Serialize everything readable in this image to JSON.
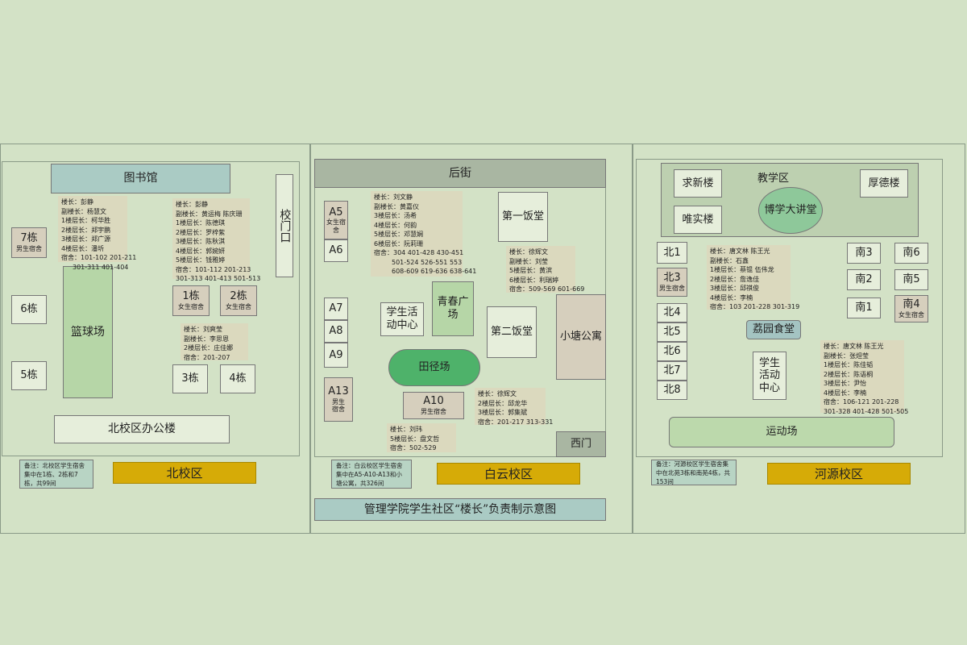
{
  "title": "管理学院学生社区“楼长”负责制示意图",
  "north": {
    "name": "北校区",
    "library": "图书馆",
    "gate": "校门口",
    "building7": "7栋",
    "building7_sub": "男生宿舍",
    "building6": "6栋",
    "building5": "5栋",
    "basketball": "篮球场",
    "building1": "1栋",
    "building1_sub": "女生宿舍",
    "building2": "2栋",
    "building2_sub": "女生宿舍",
    "building3": "3栋",
    "building4": "4栋",
    "office": "北校区办公楼",
    "memo": "备注：北校区学生宿舍集中在1栋、2栋和7栋，共99间",
    "note_b7": [
      "楼长：彭静",
      "副楼长：杨慧文",
      "1楼层长：柯华胜",
      "2楼层长：郑宇鹏",
      "3楼层长：郑广源",
      "4楼层长：潘圻",
      "宿舍：101-102 201-211",
      "301-311 401-404"
    ],
    "note_b1": [
      "楼长：彭静",
      "副楼长：黄运梅 陈庆珊",
      "1楼层长：陈德琪",
      "2楼层长：罗梓紫",
      "3楼层长：陈秋淇",
      "4楼层长：郭婉妍",
      "5楼层长：钱雅婷",
      "宿舍：101-112 201-213",
      "301-313 401-413 501-513"
    ],
    "note_b2": [
      "楼长：刘爽莹",
      "副楼长：李思恩",
      "2楼层长：庄佳娜",
      "宿舍：201-207"
    ]
  },
  "baiyun": {
    "name": "白云校区",
    "back_street": "后街",
    "a5": "A5",
    "a5_sub": "女生宿舍",
    "a6": "A6",
    "a7": "A7",
    "a8": "A8",
    "a9": "A9",
    "a13": "A13",
    "a13_sub": "男生宿舍",
    "a10": "A10",
    "a10_sub": "男生宿舍",
    "activity_center": "学生活动中心",
    "qingchun_square": "青春广场",
    "canteen1": "第一饭堂",
    "canteen2": "第二饭堂",
    "xiaotang": "小塘公寓",
    "track": "田径场",
    "west_gate": "西门",
    "memo": "备注：白云校区学生宿舍集中在A5-A10-A13和小塘公寓，共326间",
    "note_a5": [
      "楼长：刘文静",
      "副楼长：黄嘉仪",
      "3楼层长：汤希",
      "4楼层长：何韵",
      "5楼层长：邓慧娴",
      "6楼层长：阮莉珊",
      "宿舍：304  401-428 430-451",
      "501-524 526-551 553",
      "608-609 619-636 638-641"
    ],
    "note_xt": [
      "楼长：徐辉文",
      "副楼长：刘莹",
      "5楼层长：黄滨",
      "6楼层长：利瑞婷",
      "宿舍：509-569 601-669"
    ],
    "note_a10": [
      "楼长：徐辉文",
      "2楼层长：邱龙华",
      "3楼层长：郭集斌",
      "宿舍：201-217  313-331"
    ],
    "note_a13": [
      "楼长：刘玮",
      "5楼层长：盘文哲",
      "宿舍：502-529"
    ]
  },
  "heyuan": {
    "name": "河源校区",
    "teaching_area": "教学区",
    "qiuxin": "求新楼",
    "weishi": "唯实楼",
    "houde": "厚德楼",
    "boxue": "博学大讲堂",
    "bei1": "北1",
    "bei3": "北3",
    "bei3_sub": "男生宿舍",
    "bei4": "北4",
    "bei5": "北5",
    "bei6": "北6",
    "bei7": "北7",
    "bei8": "北8",
    "nan1": "南1",
    "nan2": "南2",
    "nan3": "南3",
    "nan4": "南4",
    "nan4_sub": "女生宿舍",
    "nan5": "南5",
    "nan6": "南6",
    "liyuan": "荔园食堂",
    "activity_center": "学生活动中心",
    "sports_field": "运动场",
    "memo": "备注：河源校区学生宿舍集中在北苑3栋和南苑4栋，共153间",
    "note_bei3": [
      "楼长：唐文林 陈王光",
      "副楼长：石鑫",
      "1楼层长：蔡锟 伍伟龙",
      "2楼层长：詹逸佳",
      "3楼层长：邱祺俊",
      "4楼层长：李楠",
      "宿舍：103 201-228 301-319"
    ],
    "note_nan4": [
      "楼长：唐文林 陈王光",
      "副楼长：张炟莹",
      "1楼层长：陈佳韬",
      "2楼层长：陈语桐",
      "3楼层长：尹怡",
      "4楼层长：李楠",
      "宿舍：106-121 201-228",
      "301-328 401-428 501-505"
    ]
  }
}
